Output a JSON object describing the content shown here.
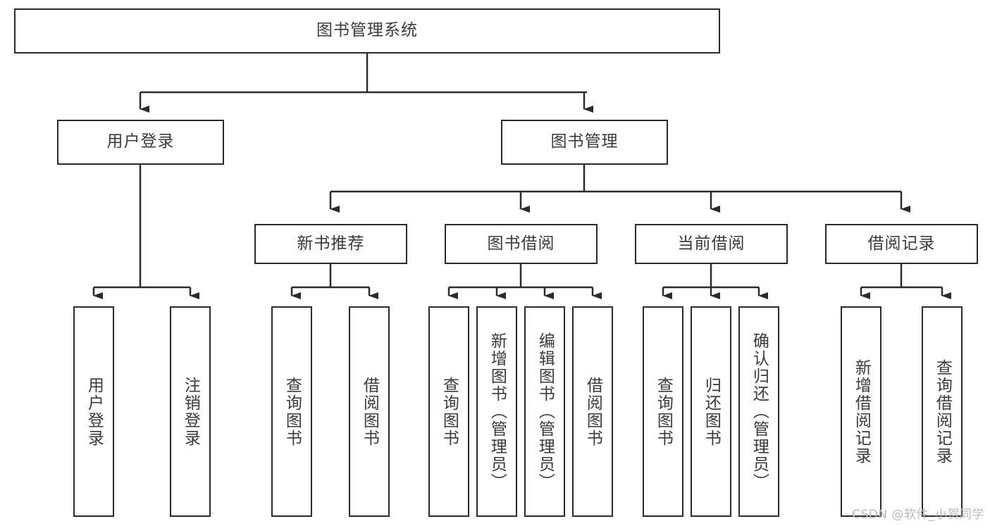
{
  "diagram": {
    "type": "tree-hierarchy",
    "title": "图书管理系统",
    "orientation": "top-down",
    "colors": {
      "border": "#2b2b2b",
      "text": "#3a3a3a",
      "background": "#ffffff",
      "watermark": "#b9b9b9"
    },
    "root": {
      "label": "图书管理系统"
    },
    "level2": [
      {
        "label": "用户登录"
      },
      {
        "label": "图书管理"
      }
    ],
    "level3": [
      {
        "label": "新书推荐"
      },
      {
        "label": "图书借阅"
      },
      {
        "label": "当前借阅"
      },
      {
        "label": "借阅记录"
      }
    ],
    "leaves": {
      "user_login": [
        {
          "label": "用户登录"
        },
        {
          "label": "注销登录"
        }
      ],
      "new_book_recommend": [
        {
          "label": "查询图书"
        },
        {
          "label": "借阅图书"
        }
      ],
      "book_borrow": [
        {
          "label": "查询图书"
        },
        {
          "label": "新增图书（管理员）"
        },
        {
          "label": "编辑图书（管理员）"
        },
        {
          "label": "借阅图书"
        }
      ],
      "current_borrow": [
        {
          "label": "查询图书"
        },
        {
          "label": "归还图书"
        },
        {
          "label": "确认归还（管理员）"
        }
      ],
      "borrow_record": [
        {
          "label": "新增借阅记录"
        },
        {
          "label": "查询借阅记录"
        }
      ]
    }
  },
  "watermark": {
    "text": "CSDN @软件_小贺同学"
  }
}
